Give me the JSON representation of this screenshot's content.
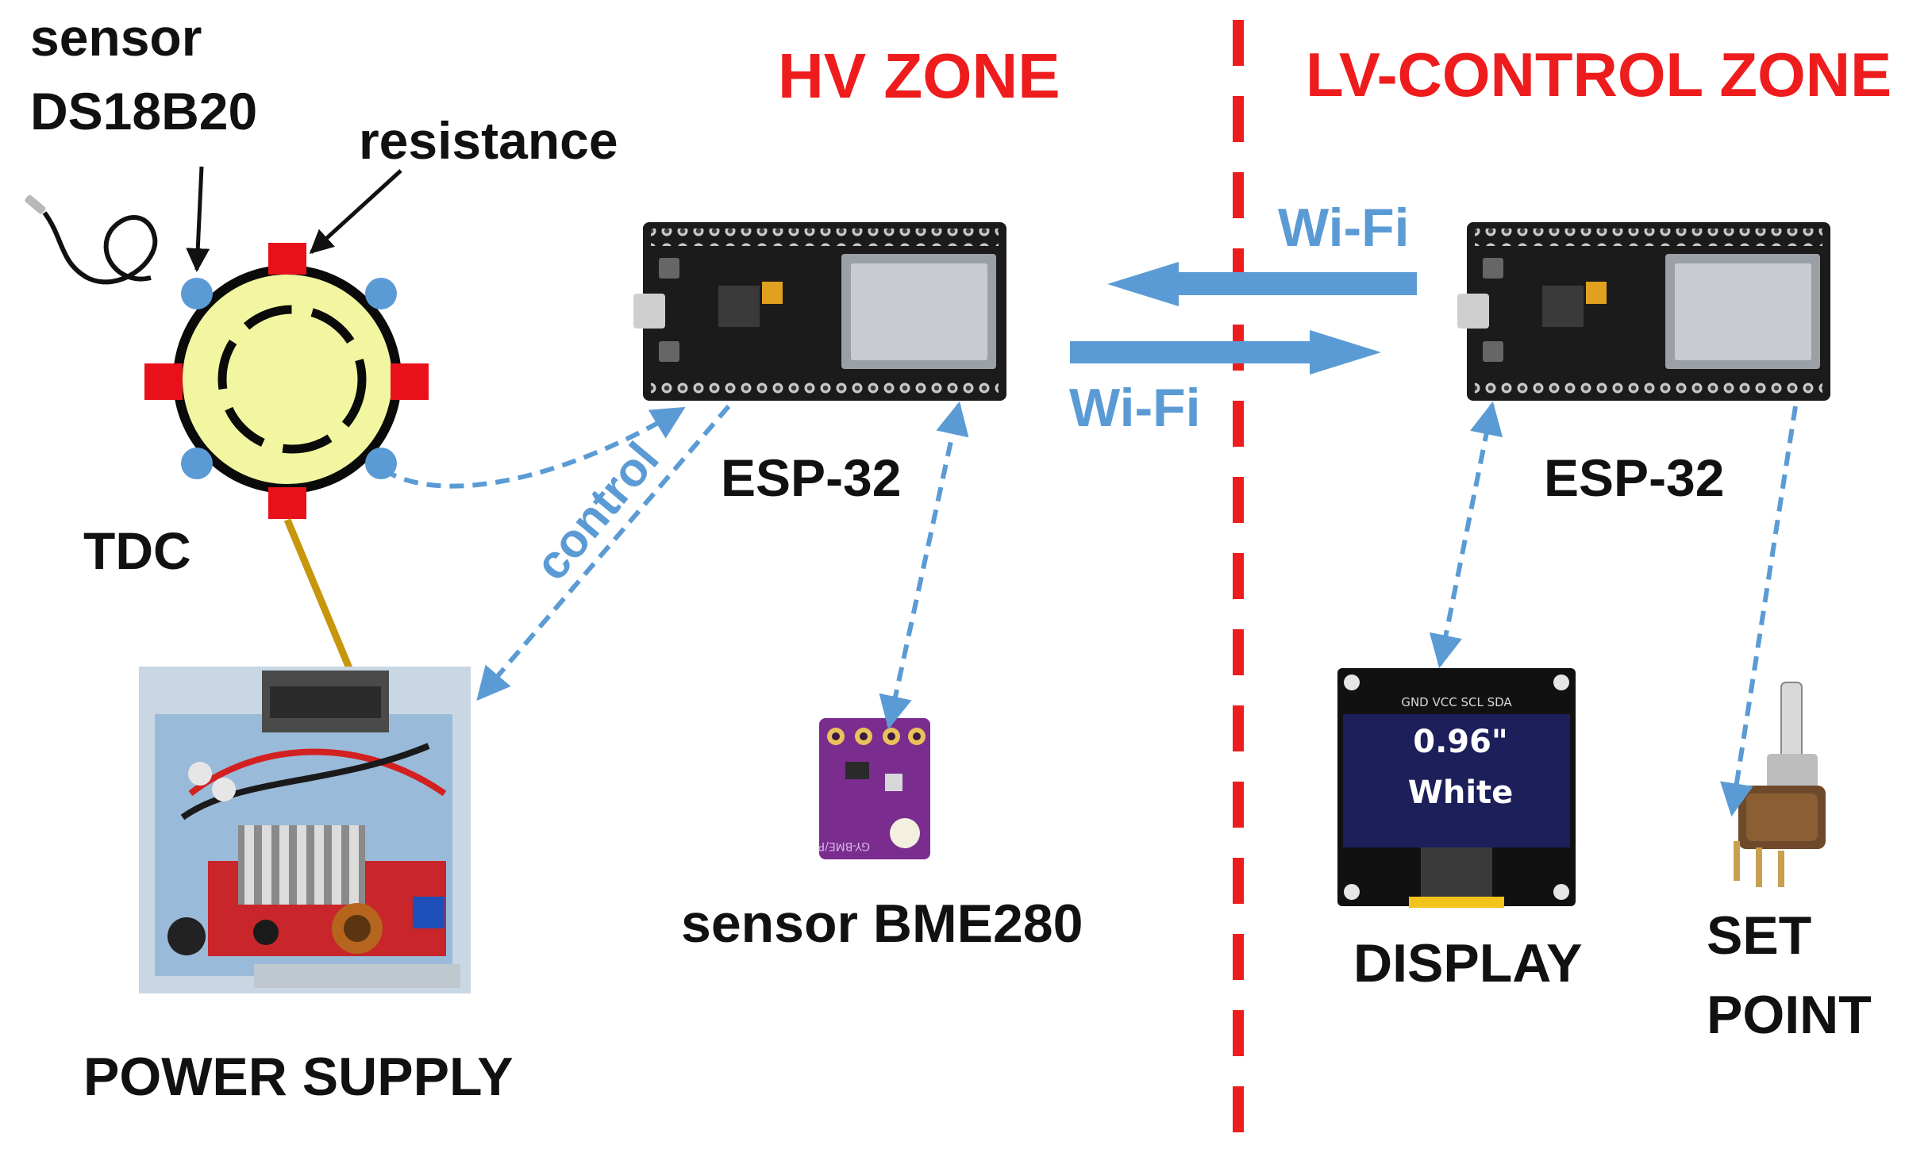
{
  "zones": {
    "hv_title": "HV ZONE",
    "lv_title": "LV-CONTROL ZONE"
  },
  "labels": {
    "sensor_line1": "sensor",
    "sensor_line2": "DS18B20",
    "resistance": "resistance",
    "tdc": "TDC",
    "power_supply": "POWER SUPPLY",
    "esp32_hv": "ESP-32",
    "esp32_lv": "ESP-32",
    "bme280": "sensor BME280",
    "display": "DISPLAY",
    "setpoint_line1": "SET",
    "setpoint_line2": "POINT",
    "wifi_top": "Wi-Fi",
    "wifi_bottom": "Wi-Fi",
    "control": "control"
  },
  "oled_text": {
    "pins": "GND VCC SCL SDA",
    "size": "0.96\"",
    "color": "White"
  },
  "bme_board_text": "GY-BME/P",
  "colors": {
    "zone_red": "#ee1c1c",
    "link_blue": "#5b9bd5",
    "tdc_fill": "#f2f6a0",
    "heater_red": "#e8111a",
    "probe_blue": "#5b9bd5",
    "wire_gold": "#c8960c",
    "esp_board": "#1b1b1b",
    "bme_board": "#7a2d8f"
  }
}
